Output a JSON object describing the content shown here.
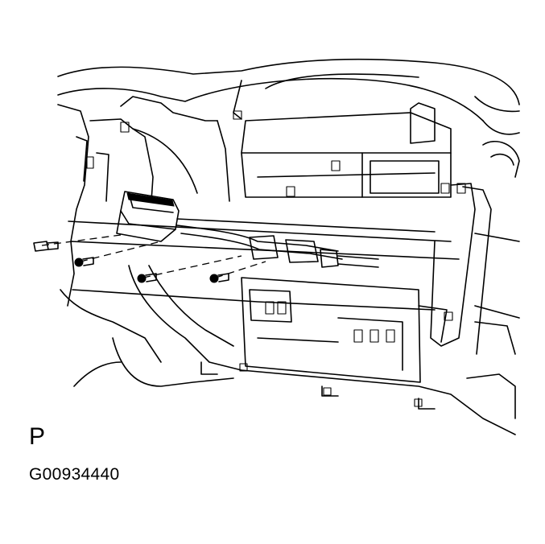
{
  "figure": {
    "view_letter": "P",
    "figure_code": "G00934440"
  },
  "bolts": [
    {
      "name": "bolt-1"
    },
    {
      "name": "bolt-2"
    },
    {
      "name": "bolt-3"
    },
    {
      "name": "bolt-4"
    }
  ]
}
